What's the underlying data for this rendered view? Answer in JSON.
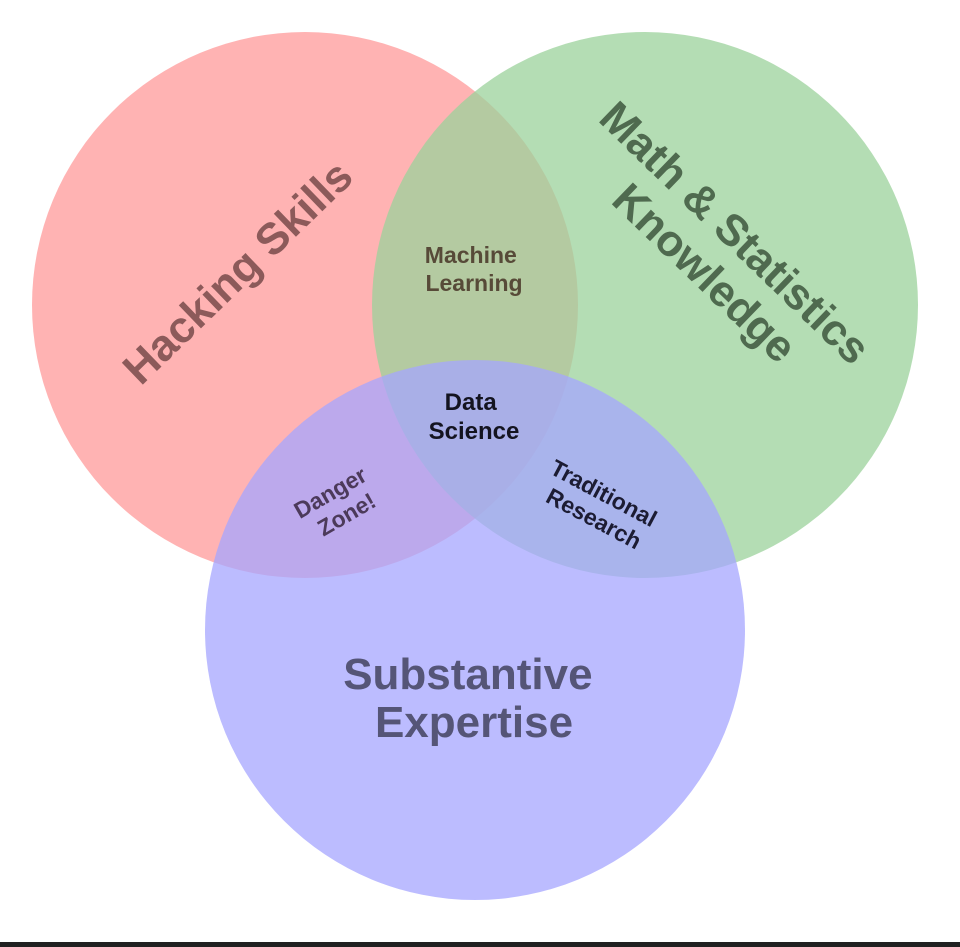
{
  "diagram": {
    "circles": {
      "hacking": {
        "label": "Hacking Skills",
        "color": "#ff9a9a"
      },
      "math": {
        "label_lines": [
          "Math & Statistics",
          "Knowledge"
        ],
        "color": "#9bd19b"
      },
      "substantive": {
        "label_lines": [
          "Substantive",
          "Expertise"
        ],
        "color": "#a6a6ff"
      }
    },
    "overlaps": {
      "machine_learning": [
        "Machine",
        "Learning"
      ],
      "danger_zone": [
        "Danger",
        "Zone!"
      ],
      "traditional_research": [
        "Traditional",
        "Research"
      ],
      "data_science": [
        "Data",
        "Science"
      ]
    },
    "text_colors": {
      "hacking": "#8c5a5a",
      "math": "#4f6a4f",
      "substantive": "#555577",
      "machine_learning": "#574a38",
      "danger_zone": "#4c3a5a",
      "traditional_research": "#1c1c33",
      "data_science": "#141420"
    }
  }
}
